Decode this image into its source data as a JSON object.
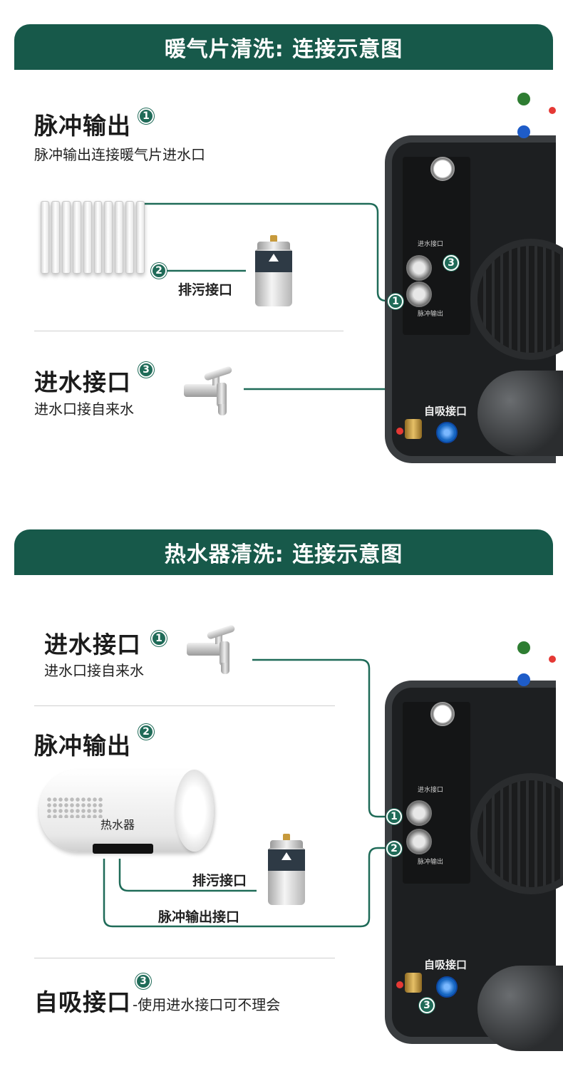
{
  "section1": {
    "banner_title": "暖气片清洗: 连接示意图",
    "pulse_output": {
      "title": "脉冲输出",
      "badge": "1",
      "description": "脉冲输出连接暖气片进水口"
    },
    "drain_label": "排污接口",
    "drain_badge": "2",
    "machine_badges": [
      "1",
      "3"
    ],
    "water_inlet": {
      "title": "进水接口",
      "badge": "3",
      "description": "进水口接自来水"
    },
    "machine": {
      "inlet_tiny": "进水接口",
      "outlet_tiny": "脉冲输出",
      "self_priming_plate": "自吸接口"
    }
  },
  "section2": {
    "banner_title": "热水器清洗: 连接示意图",
    "water_inlet": {
      "title": "进水接口",
      "badge": "1",
      "description": "进水口接自来水"
    },
    "pulse_output": {
      "title": "脉冲输出",
      "badge": "2"
    },
    "heater_label": "热水器",
    "drain_label": "排污接口",
    "pulse_output_port_label": "脉冲输出接口",
    "machine_badges": [
      "1",
      "2",
      "3"
    ],
    "self_priming": {
      "title": "自吸接口",
      "badge": "3",
      "note": "-使用进水接口可不理会"
    },
    "machine": {
      "inlet_tiny": "进水接口",
      "outlet_tiny": "脉冲输出",
      "self_priming_plate": "自吸接口"
    }
  },
  "colors": {
    "brand_green": "#17594a",
    "connector_line": "#1f6b58"
  }
}
